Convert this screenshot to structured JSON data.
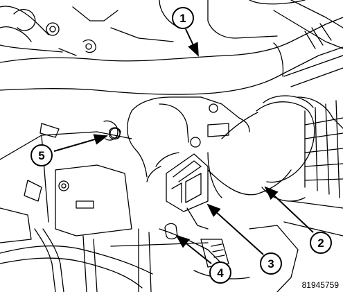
{
  "callouts": [
    {
      "id": "1",
      "label": "1"
    },
    {
      "id": "2",
      "label": "2"
    },
    {
      "id": "3",
      "label": "3"
    },
    {
      "id": "4",
      "label": "4"
    },
    {
      "id": "5",
      "label": "5"
    }
  ],
  "figure_number": "81945759",
  "colors": {
    "line": "#000000",
    "background": "#ffffff"
  }
}
